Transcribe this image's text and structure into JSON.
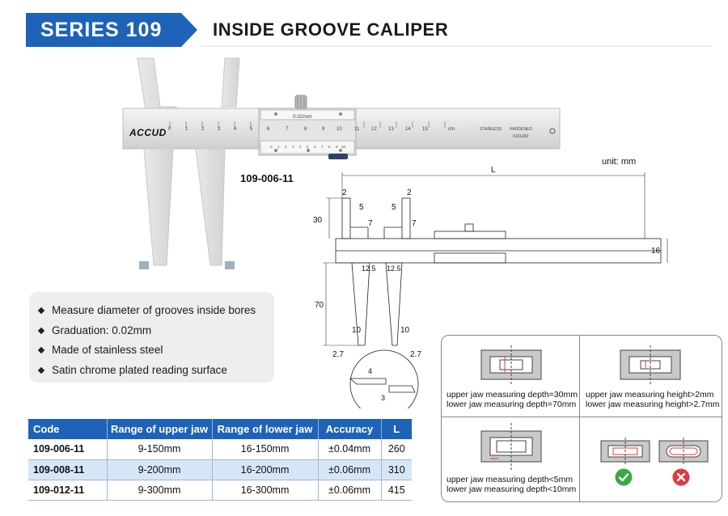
{
  "header": {
    "series": "SERIES 109",
    "title": "INSIDE GROOVE CALIPER",
    "banner_color": "#1e63b7"
  },
  "photo": {
    "brand": "ACCUD",
    "model_code": "109-006-11",
    "vernier_label": "0.02mm",
    "scale_unit": "cm",
    "stainless": "STAINLESS",
    "hardened": "HARDENED",
    "serial": "0101343",
    "main_scale": [
      "0",
      "1",
      "2",
      "3",
      "4",
      "5",
      "6",
      "7",
      "8",
      "9",
      "10",
      "11",
      "12",
      "13",
      "14",
      "15"
    ],
    "vernier_scale": [
      "0",
      "1",
      "2",
      "3",
      "4",
      "5",
      "6",
      "7",
      "8",
      "9",
      "10"
    ]
  },
  "drawing": {
    "unit": "unit: mm",
    "dims": {
      "L": "L",
      "upper_tip_a": "2",
      "upper_tip_b": "2",
      "upper_w_a": "5",
      "upper_w_b": "5",
      "upper_base_a": "7",
      "upper_base_b": "7",
      "upper_height": "30",
      "beam_height": "16",
      "lower_w_a": "12.5",
      "lower_w_b": "12.5",
      "lower_height": "70",
      "lower_tip_a": "10",
      "lower_tip_b": "10",
      "lower_end_a": "2.7",
      "lower_end_b": "2.7",
      "detail_a": "4",
      "detail_b": "3"
    }
  },
  "features": [
    "Measure diameter of grooves inside bores",
    "Graduation: 0.02mm",
    "Made of stainless steel",
    "Satin chrome plated reading surface"
  ],
  "table": {
    "headers": [
      "Code",
      "Range of upper jaw",
      "Range of lower jaw",
      "Accuracy",
      "L"
    ],
    "rows": [
      [
        "109-006-11",
        "9-150mm",
        "16-150mm",
        "±0.04mm",
        "260"
      ],
      [
        "109-008-11",
        "9-200mm",
        "16-200mm",
        "±0.06mm",
        "310"
      ],
      [
        "109-012-11",
        "9-300mm",
        "16-300mm",
        "±0.06mm",
        "415"
      ]
    ]
  },
  "guide": {
    "cell1": [
      "upper jaw measuring depth=30mm",
      "lower jaw measuring depth=70mm"
    ],
    "cell2": [
      "upper jaw measuring height>2mm",
      "lower jaw measuring height>2.7mm"
    ],
    "cell3": [
      "upper jaw measuring depth<5mm",
      "lower jaw measuring depth<10mm"
    ],
    "ok_color": "#3aa845",
    "bad_color": "#e0393e"
  }
}
